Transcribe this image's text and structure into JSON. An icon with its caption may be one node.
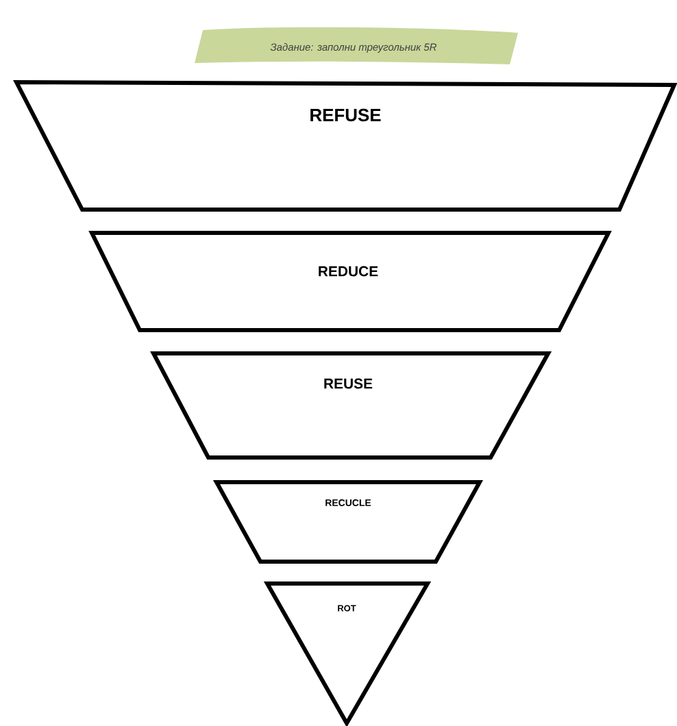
{
  "diagram": {
    "title": "Задание: заполни треугольник 5R",
    "nodes": [
      {
        "text": [
          "REFUSE"
        ]
      },
      {
        "text": [
          "REDUCE"
        ]
      },
      {
        "text": [
          "REUSE"
        ]
      },
      {
        "text": [
          "RECUCLE"
        ]
      },
      {
        "text": [
          "ROT"
        ]
      }
    ]
  }
}
